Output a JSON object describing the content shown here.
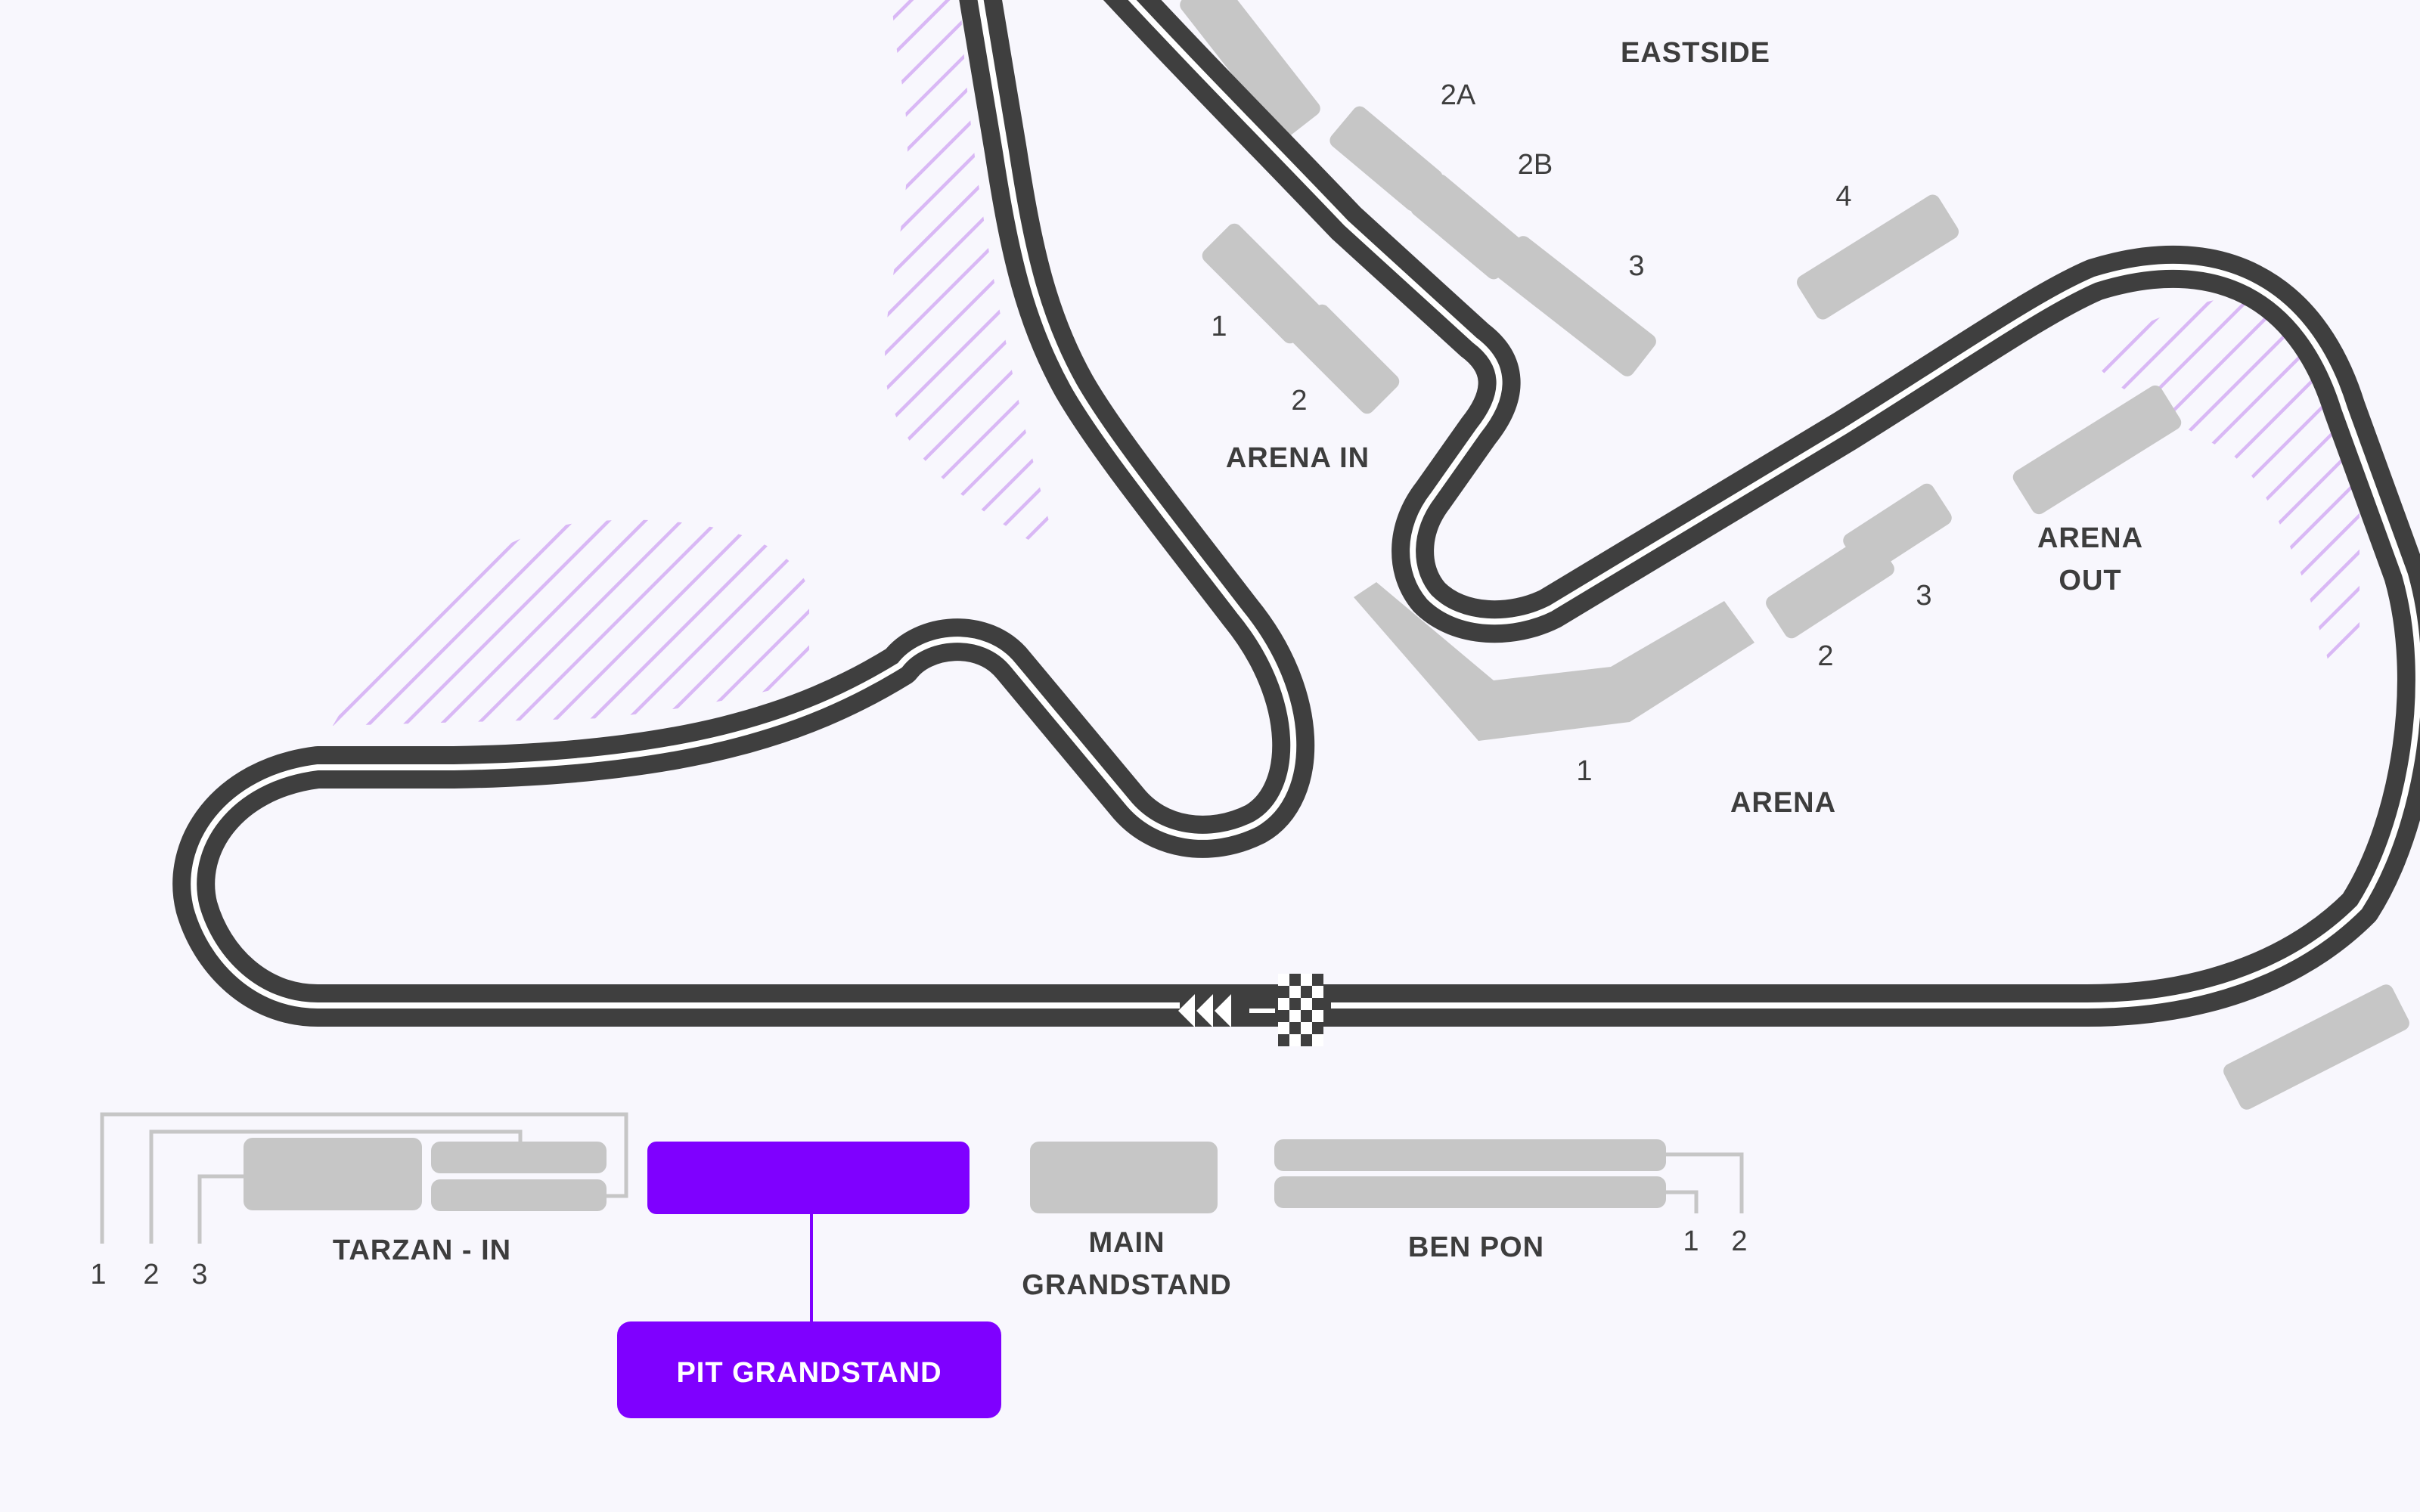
{
  "colors": {
    "background": "#f8f7fd",
    "track": "#3f3f3f",
    "track_line": "#ffffff",
    "stand": "#c6c6c6",
    "highlight": "#7f00ff",
    "hatch": "#d9b8f5",
    "text": "#3d3d3d"
  },
  "icons": [
    "start-finish-flag-icon",
    "direction-arrows-icon"
  ],
  "areas": {
    "eastside": "EASTSIDE",
    "arena_in": "ARENA IN",
    "arena_out_line1": "ARENA",
    "arena_out_line2": "OUT",
    "arena": "ARENA",
    "tarzan_in": "TARZAN - IN",
    "main_line1": "MAIN",
    "main_line2": "GRANDSTAND",
    "ben_pon": "BEN PON",
    "pit_grandstand": "PIT GRANDSTAND"
  },
  "stand_numbers": {
    "eastside": [
      "2A",
      "2B",
      "3",
      "4"
    ],
    "arena_in": [
      "1",
      "2"
    ],
    "arena_out": [
      "2",
      "3"
    ],
    "arena": [
      "1"
    ],
    "tarzan": [
      "1",
      "2",
      "3"
    ],
    "ben_pon": [
      "1",
      "2"
    ]
  }
}
